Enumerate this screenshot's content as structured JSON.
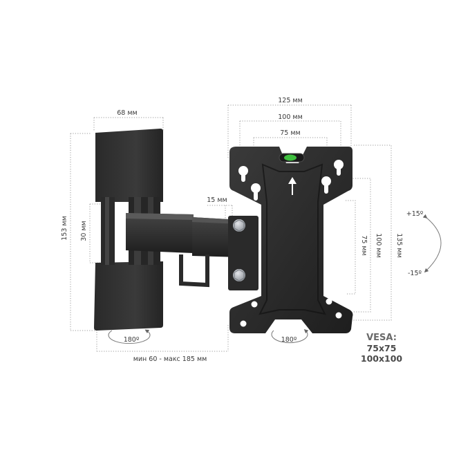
{
  "dimensions": {
    "w125": "125 мм",
    "w100": "100 мм",
    "w75": "75 мм",
    "w68": "68 мм",
    "h153": "153 мм",
    "h30": "30 мм",
    "w15": "15 мм",
    "h75": "75 мм",
    "h100": "100 мм",
    "h135": "135 мм",
    "depth": "мин 60 - макс 185 мм"
  },
  "rotation": {
    "wall_plate": "180º",
    "tv_plate": "180º"
  },
  "tilt": {
    "up": "+15º",
    "down": "-15º"
  },
  "vesa": {
    "title": "VESA:",
    "sizes": [
      "75x75",
      "100x100"
    ]
  },
  "colors": {
    "metal": "#2b2b2b",
    "metal_light": "#3d3d3d",
    "bolt": "#b8bcc2",
    "level_bubble": "#3fbf3f",
    "dim_line": "#9a9a9a"
  }
}
